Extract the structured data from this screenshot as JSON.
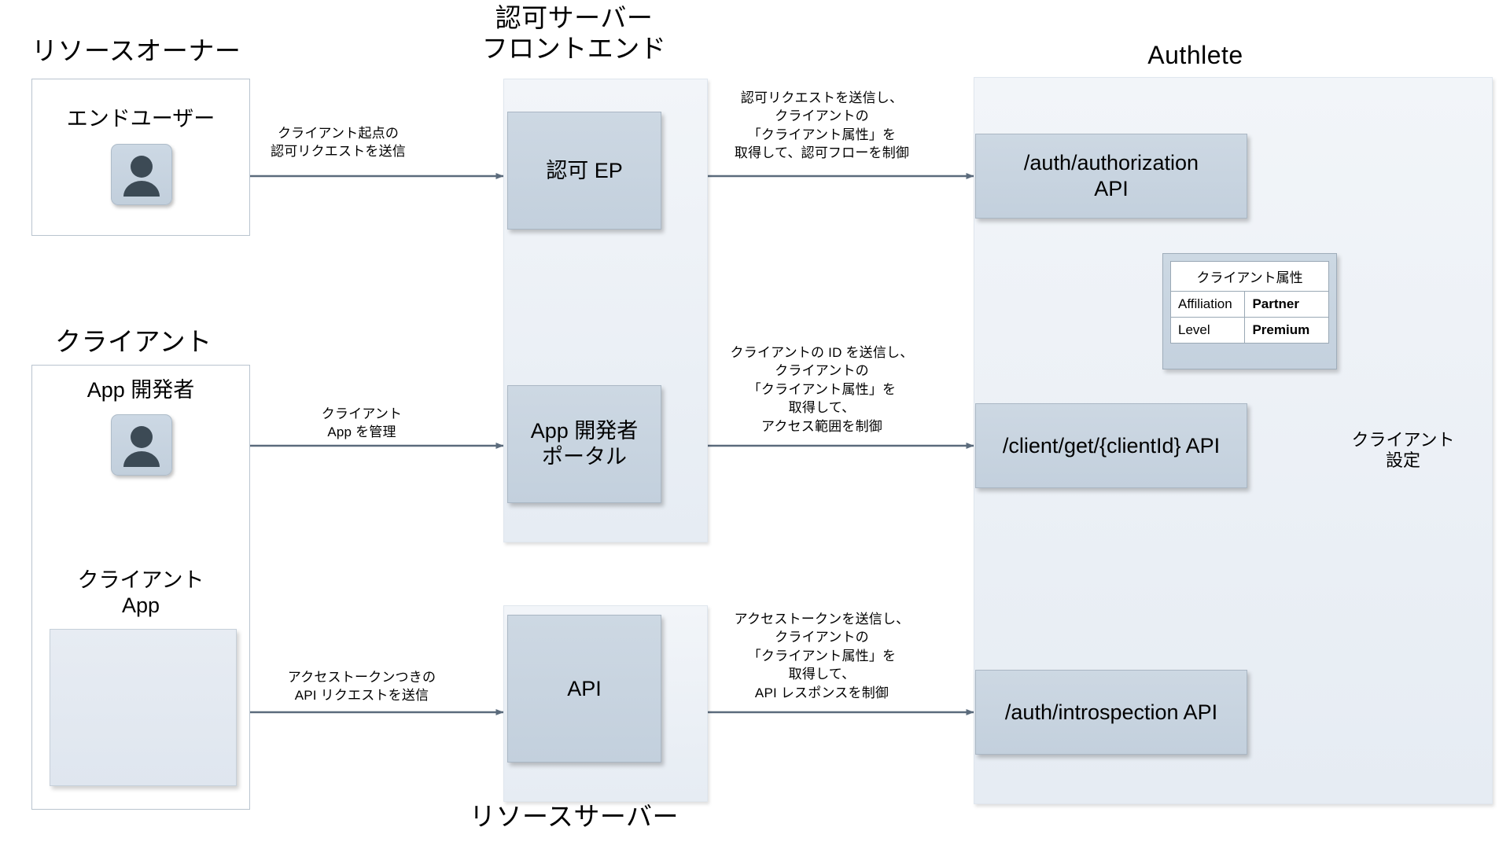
{
  "diagram": {
    "title_resource_owner": "リソースオーナー",
    "title_client": "クライアント",
    "title_auth_server_frontend": "認可サーバー\nフロントエンド",
    "title_authlete": "Authlete",
    "title_resource_server": "リソースサーバー"
  },
  "actors": {
    "end_user_label": "エンドユーザー",
    "app_developer_label": "App 開発者",
    "client_app_label": "クライアント\nApp"
  },
  "frontend_boxes": {
    "authorization_ep": "認可 EP",
    "developer_portal": "App 開発者\nポータル",
    "api": "API"
  },
  "authlete_boxes": {
    "authorization_api": "/auth/authorization\nAPI",
    "client_get_api": "/client/get/{clientId} API",
    "introspection_api": "/auth/introspection API"
  },
  "datastore": {
    "label": "クライアント\n設定"
  },
  "callout": {
    "header": "クライアント属性",
    "rows": [
      {
        "key": "Affiliation",
        "value": "Partner"
      },
      {
        "key": "Level",
        "value": "Premium"
      }
    ]
  },
  "arrows": {
    "user_to_authz_ep": "クライアント起点の\n認可リクエストを送信",
    "authz_ep_to_api": "認可リクエストを送信し、\nクライアントの\n「クライアント属性」を\n取得して、認可フローを制御",
    "developer_to_portal": "クライアント\nApp を管理",
    "portal_to_client_get": "クライアントの ID を送信し、\nクライアントの\n「クライアント属性」を\n取得して、\nアクセス範囲を制御",
    "app_to_api": "アクセストークンつきの\nAPI リクエストを送信",
    "api_to_introspection": "アクセストークンを送信し、\nクライアントの\n「クライアント属性」を\n取得して、\nAPI レスポンスを制御"
  },
  "colors": {
    "process_box_fill": "#c7d3e0",
    "container_fill": "#e9eef4",
    "arrow_stroke": "#5b6b7c",
    "panel_border": "#b9c4cf",
    "avatar_figure": "#3c4a55"
  }
}
